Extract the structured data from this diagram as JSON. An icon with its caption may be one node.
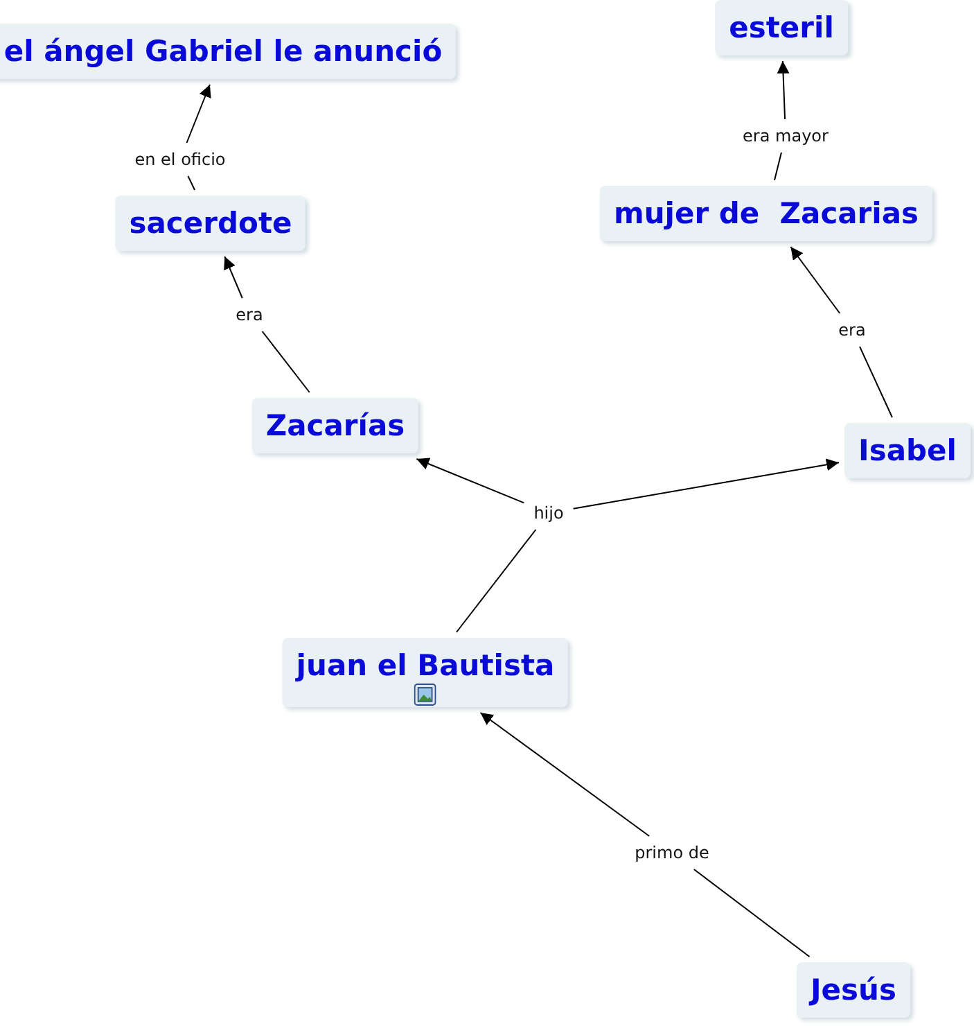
{
  "diagram": {
    "nodes": [
      {
        "text": [
          "el ángel Gabriel le anunció"
        ]
      },
      {
        "text": [
          "en el oficio"
        ]
      },
      {
        "text": [
          "sacerdote"
        ]
      },
      {
        "text": [
          "era"
        ]
      },
      {
        "text": [
          "Zacarías"
        ]
      },
      {
        "text": [
          "esteril"
        ]
      },
      {
        "text": [
          "era mayor"
        ]
      },
      {
        "text": [
          "mujer de  Zacarias"
        ]
      },
      {
        "text": [
          "era"
        ]
      },
      {
        "text": [
          "Isabel"
        ]
      },
      {
        "text": [
          "hijo"
        ]
      },
      {
        "text": [
          "juan el Bautista"
        ]
      },
      {
        "text": [
          "primo de"
        ]
      },
      {
        "text": [
          "Jesús"
        ]
      }
    ],
    "edges": [
      {
        "from": 1,
        "to": 0,
        "arrow": "to"
      },
      {
        "from": 2,
        "to": 1,
        "arrow": "none"
      },
      {
        "from": 3,
        "to": 2,
        "arrow": "to"
      },
      {
        "from": 4,
        "to": 3,
        "arrow": "none"
      },
      {
        "from": 6,
        "to": 5,
        "arrow": "to"
      },
      {
        "from": 7,
        "to": 6,
        "arrow": "none"
      },
      {
        "from": 8,
        "to": 7,
        "arrow": "to"
      },
      {
        "from": 9,
        "to": 8,
        "arrow": "none"
      },
      {
        "from": 11,
        "to": 10,
        "arrow": "none"
      },
      {
        "from": 10,
        "to": 4,
        "arrow": "to"
      },
      {
        "from": 10,
        "to": 9,
        "arrow": "to"
      },
      {
        "from": 12,
        "to": 11,
        "arrow": "to"
      },
      {
        "from": 13,
        "to": 12,
        "arrow": "none"
      }
    ]
  }
}
